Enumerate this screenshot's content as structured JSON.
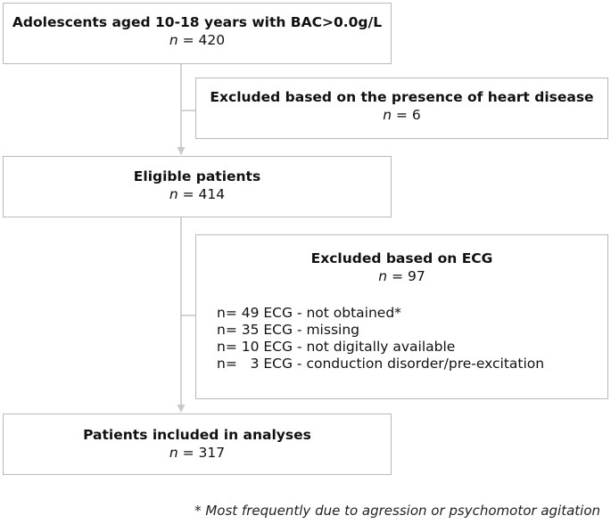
{
  "boxes": {
    "adolescents": {
      "title": "Adolescents aged 10-18 years with BAC>0.0g/L",
      "n_symbol": "n",
      "count": "= 420"
    },
    "excluded_heart": {
      "title": "Excluded based on the presence of heart disease",
      "n_symbol": "n",
      "count": "= 6"
    },
    "eligible": {
      "title": "Eligible patients",
      "n_symbol": "n",
      "count": "= 414"
    },
    "excluded_ecg": {
      "title": "Excluded based on ECG",
      "n_symbol": "n",
      "count": "= 97",
      "reasons": [
        "n= 49 ECG - not obtained*",
        "n= 35 ECG - missing",
        "n= 10 ECG - not digitally available",
        "n=   3 ECG - conduction disorder/pre-excitation"
      ]
    },
    "included": {
      "title": "Patients included in analyses",
      "n_symbol": "n",
      "count": "= 317"
    }
  },
  "footnote": "* Most frequently due to agression or psychomotor agitation",
  "colors": {
    "line": "#c8c8c8",
    "border": "#b9b9b9"
  }
}
